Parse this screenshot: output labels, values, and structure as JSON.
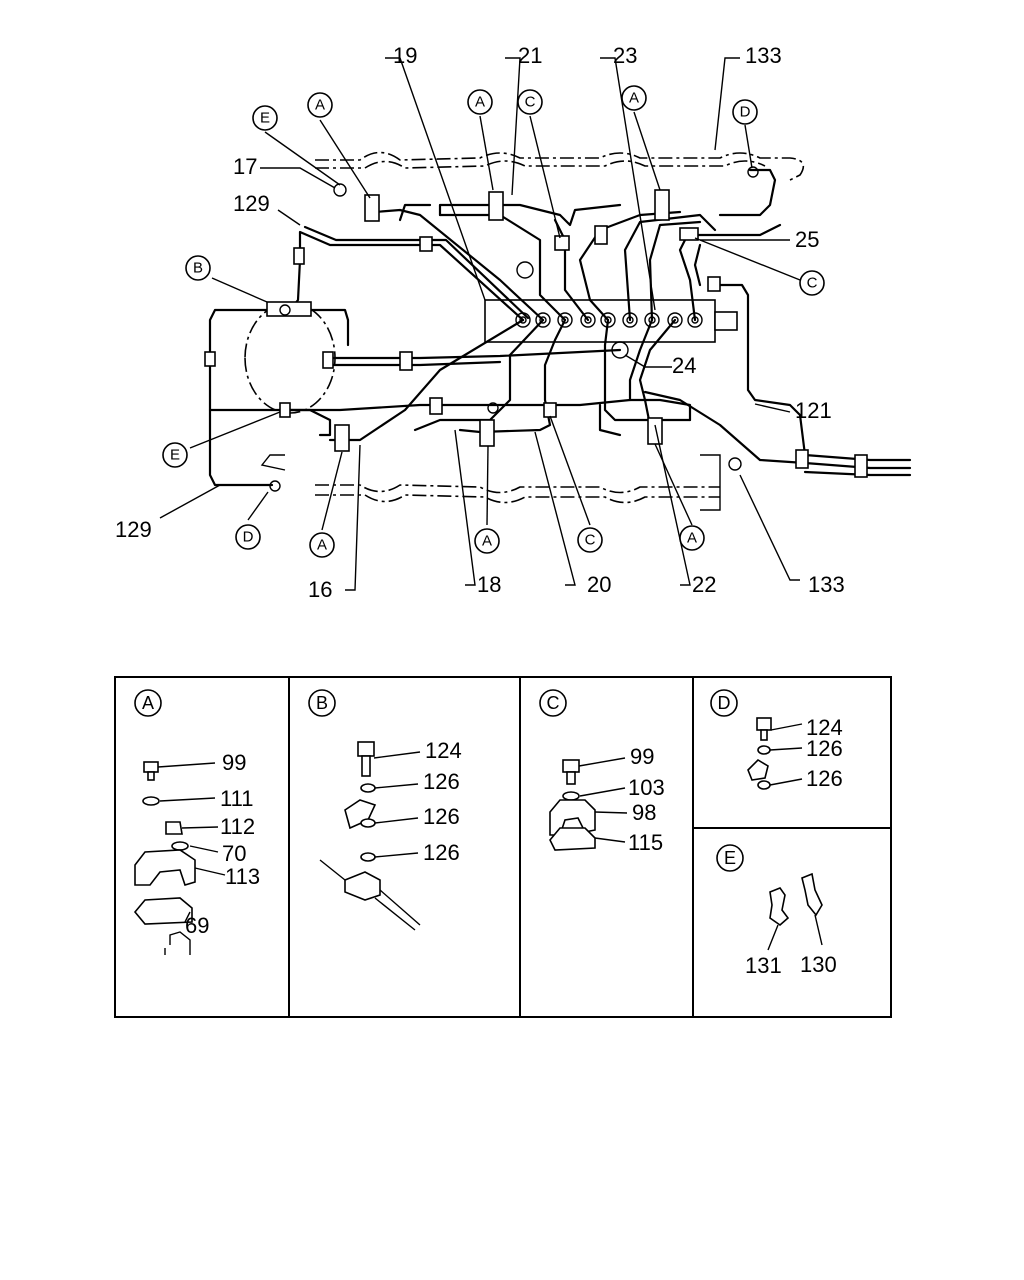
{
  "diagram": {
    "main_labels": {
      "l19": "19",
      "l21": "21",
      "l23": "23",
      "l133a": "133",
      "l17": "17",
      "l129a": "129",
      "l25": "25",
      "l24": "24",
      "l121": "121",
      "l129b": "129",
      "l16": "16",
      "l18": "18",
      "l20": "20",
      "l22": "22",
      "l133b": "133"
    },
    "callouts": {
      "a1": "A",
      "a2": "A",
      "a3": "A",
      "a4": "A",
      "a5": "A",
      "a6": "A",
      "b1": "B",
      "c1": "C",
      "c2": "C",
      "c3": "C",
      "d1": "D",
      "d2": "D",
      "e1": "E",
      "e2": "E"
    },
    "detail_boxes": {
      "A": {
        "letter": "A",
        "parts": [
          "99",
          "111",
          "112",
          "70",
          "113",
          "69"
        ]
      },
      "B": {
        "letter": "B",
        "parts": [
          "124",
          "126",
          "126",
          "126"
        ]
      },
      "C": {
        "letter": "C",
        "parts": [
          "99",
          "103",
          "98",
          "115"
        ]
      },
      "D": {
        "letter": "D",
        "parts": [
          "124",
          "126",
          "126"
        ]
      },
      "E": {
        "letter": "E",
        "parts": [
          "131",
          "130"
        ]
      }
    }
  }
}
